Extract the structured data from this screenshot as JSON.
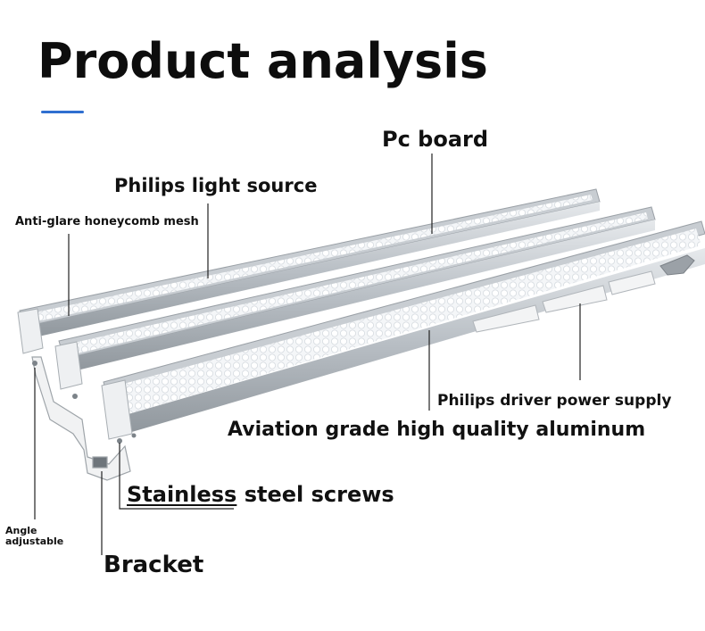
{
  "title": "Product analysis",
  "accent_color": "#2f6fd0",
  "labels": {
    "pc_board": "Pc board",
    "philips_light_source": "Philips light source",
    "anti_glare": "Anti-glare honeycomb mesh",
    "driver": "Philips driver power supply",
    "aviation": "Aviation grade high quality aluminum",
    "screws_underlined": "Stainless",
    "screws_rest": " steel screws",
    "angle_line1": "Angle",
    "angle_line2": "adjustable",
    "bracket": "Bracket"
  }
}
